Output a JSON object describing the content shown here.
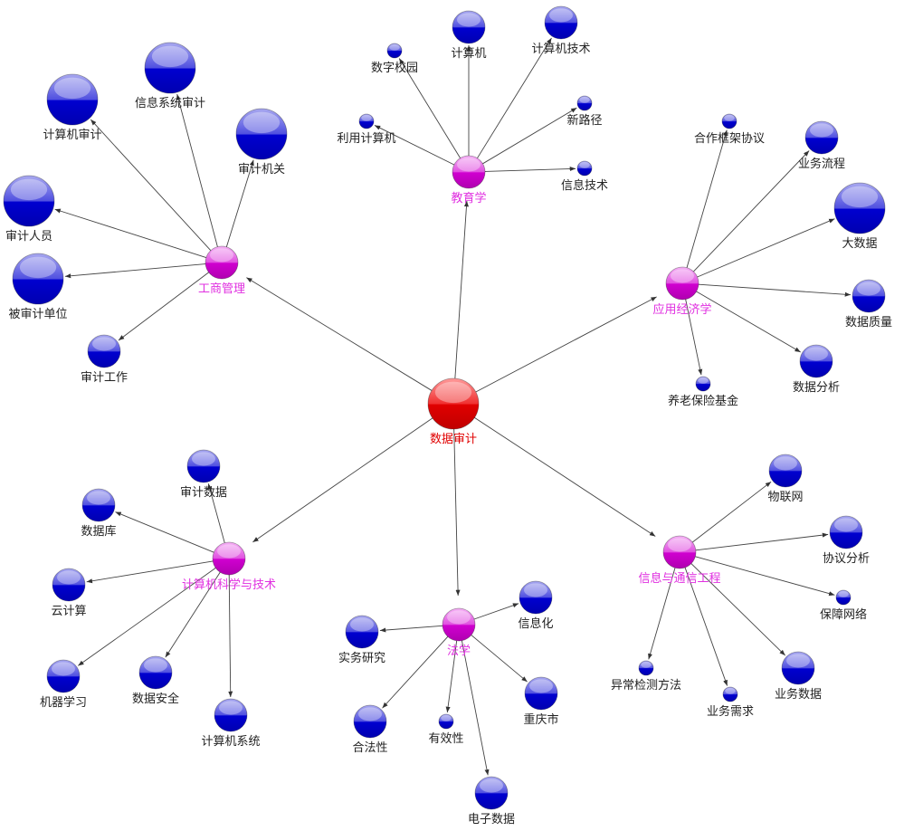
{
  "center": {
    "label": "数据审计",
    "color": "#e00000"
  },
  "colors": {
    "hub": "#d000d0",
    "hub_label": "#e030e0",
    "leaf": "#0000c8",
    "leaf_label": "#222222",
    "edge": "#444444"
  },
  "hubs": [
    {
      "label": "工商管理",
      "children": [
        "信息系统审计",
        "计算机审计",
        "审计机关",
        "审计人员",
        "被审计单位",
        "审计工作"
      ]
    },
    {
      "label": "教育学",
      "children": [
        "数字校园",
        "计算机",
        "计算机技术",
        "新路径",
        "利用计算机",
        "信息技术"
      ]
    },
    {
      "label": "应用经济学",
      "children": [
        "合作框架协议",
        "业务流程",
        "大数据",
        "数据质量",
        "数据分析",
        "养老保险基金"
      ]
    },
    {
      "label": "计算机科学与技术",
      "children": [
        "审计数据",
        "数据库",
        "云计算",
        "机器学习",
        "数据安全",
        "计算机系统"
      ]
    },
    {
      "label": "法学",
      "children": [
        "信息化",
        "实务研究",
        "合法性",
        "有效性",
        "重庆市",
        "电子数据"
      ]
    },
    {
      "label": "信息与通信工程",
      "children": [
        "物联网",
        "协议分析",
        "保障网络",
        "业务数据",
        "业务需求",
        "异常检测方法"
      ]
    }
  ]
}
